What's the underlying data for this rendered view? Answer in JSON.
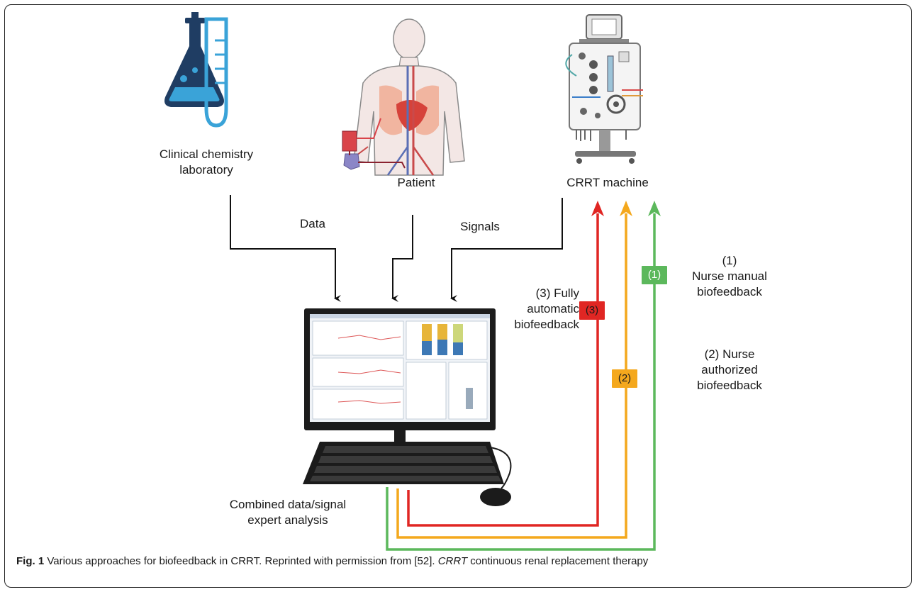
{
  "nodes": {
    "lab": "Clinical chemistry\nlaboratory",
    "patient": "Patient",
    "crrt": "CRRT machine",
    "analysis": "Combined data/signal\nexpert analysis"
  },
  "flows": {
    "data": "Data",
    "signals": "Signals"
  },
  "feedback": {
    "fully_auto": {
      "badge": "(3)",
      "label": "(3) Fully\nautomatic\nbiofeedback",
      "color": "#e02623"
    },
    "authorized": {
      "badge": "(2)",
      "label": "(2) Nurse\nauthorized\nbiofeedback",
      "color": "#f4a81d"
    },
    "manual": {
      "badge": "(1)",
      "label": "(1)\nNurse manual\nbiofeedback",
      "color": "#5cb85c"
    }
  },
  "caption": {
    "fig": "Fig. 1",
    "text1": " Various approaches for biofeedback in CRRT. Reprinted with permission from [52]. ",
    "abbr": "CRRT",
    "text2": " continuous renal replacement therapy"
  }
}
